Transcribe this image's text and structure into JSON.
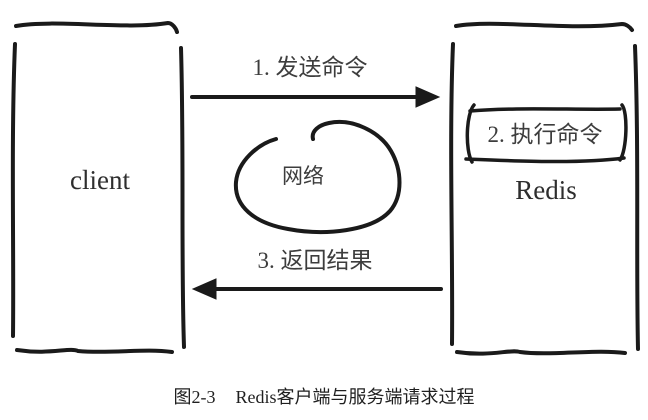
{
  "figure": {
    "client_label": "client",
    "redis_label": "Redis",
    "send_label": "1. 发送命令",
    "execute_label": "2. 执行命令",
    "return_label": "3. 返回结果",
    "network_label": "网络",
    "caption_prefix": "图2-3",
    "caption_text": "Redis客户端与服务端请求过程"
  },
  "colors": {
    "ink": "#1a1a1a",
    "text": "#3a3a3a",
    "background": "#ffffff"
  }
}
